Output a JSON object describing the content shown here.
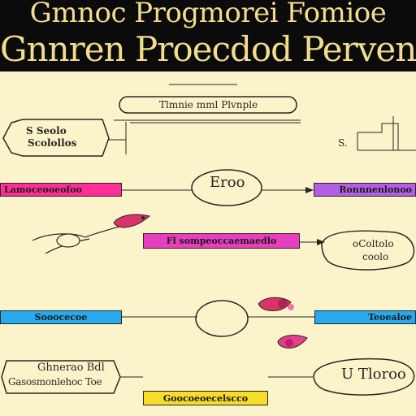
{
  "title": {
    "line1": "Gmnoc Progmorei Fomioe",
    "line2": "Gnnren Proecdod Pervengí"
  },
  "nodes": {
    "top_label": "Tlmnie mml Plvnple",
    "left_box": {
      "line1": "S Seolo",
      "line2": "Scolollos"
    },
    "top_right": "S.",
    "mid_circle": "Eroo",
    "right_oval": {
      "line1": "oColtolo",
      "line2": "coolo"
    },
    "bottom_left_box": {
      "line1": "Ghnerao Bdl",
      "line2": "Gasosmonlehoc Toe"
    },
    "bottom_right_oval": "U Tloroo"
  },
  "bars": {
    "pink_left": "Lamoceooeofoo",
    "purple_right": "Ronnnenlonoo",
    "magenta_mid": "Fl sompeoccaemaedlo",
    "blue_left": "Sooocecoe",
    "blue_right": "Teoealoe",
    "yellow_bottom": "Goocoeoecelscco"
  },
  "colors": {
    "background": "#fbf3c9",
    "header_bg": "#0b0b0b",
    "header_text": "#f2dc8e",
    "pink": "#ff2e9a",
    "purple": "#b25ee6",
    "magenta": "#e83fc0",
    "blue": "#27a9ef",
    "yellow": "#f6dc2c",
    "line": "#2a2620",
    "creature": "#d8336a"
  },
  "icons": [
    "pink-creature-icon",
    "hand-pointer-icon"
  ]
}
